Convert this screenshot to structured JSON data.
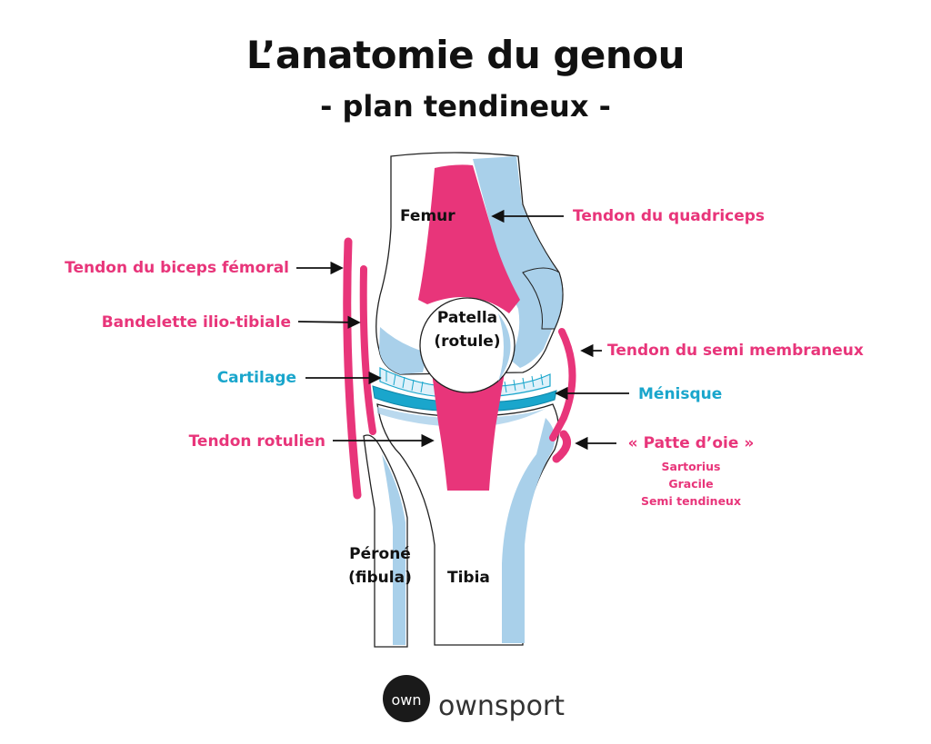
{
  "title": "L’anatomie du genou",
  "subtitle": "- plan tendineux -",
  "labels": {
    "quadriceps": "Tendon du quadriceps",
    "biceps": "Tendon du biceps fémoral",
    "bandelette": "Bandelette ilio-tibiale",
    "cartilage": "Cartilage",
    "rotulien": "Tendon rotulien",
    "semi_membraneux": "Tendon du semi membraneux",
    "menisque": "Ménisque",
    "patte_oie": "« Patte d’oie »",
    "sartorius": "Sartorius",
    "gracile": "Gracile",
    "semi_tendineux": "Semi tendineux"
  },
  "bones": {
    "femur": "Femur",
    "patella": "Patella",
    "rotule": "(rotule)",
    "perone": "Péroné",
    "fibula": "(fibula)",
    "tibia": "Tibia"
  },
  "brand": {
    "name": "ownsport",
    "logo_letters": "own"
  },
  "colors": {
    "tendon": "#e8357a",
    "bone_shade": "#a9d0ea",
    "cartilage": "#1aa6cc",
    "outline": "#222222"
  }
}
